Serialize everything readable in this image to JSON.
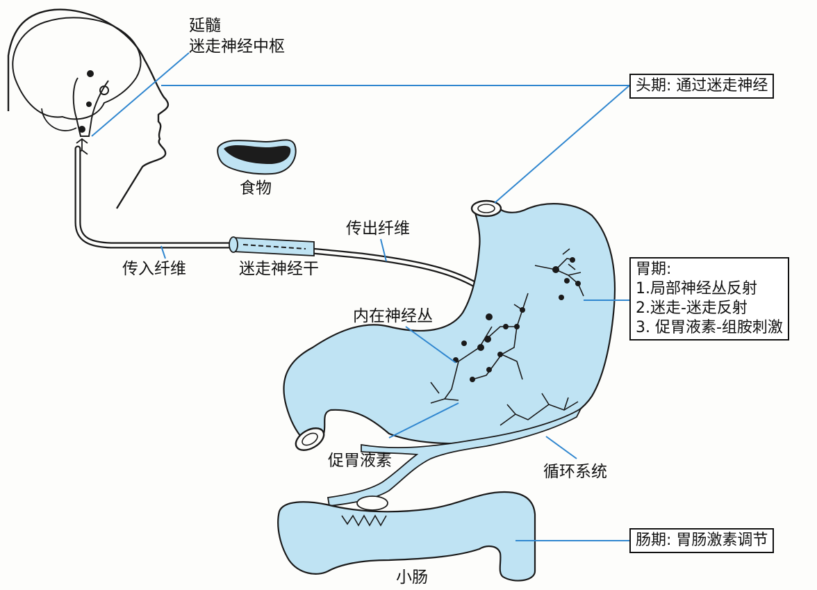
{
  "colors": {
    "organ_fill": "#bfe3f3",
    "organ_outline": "#1a1a1a",
    "leader_line": "#2f86cf",
    "food": "#1c1c1c"
  },
  "labels": {
    "medulla": "延髓",
    "vagal_center": "迷走神经中枢",
    "food": "食物",
    "efferent_fiber": "传出纤维",
    "afferent_fiber": "传入纤维",
    "vagus_trunk": "迷走神经干",
    "intrinsic_plexus": "内在神经丛",
    "gastrin": "促胃液素",
    "circulation": "循环系统",
    "small_intestine": "小肠"
  },
  "phases": {
    "cephalic": "头期: 通过迷走神经",
    "gastric": {
      "title": "胃期:",
      "items": [
        "1.局部神经丛反射",
        "2.迷走-迷走反射",
        "3. 促胃液素-组胺刺激"
      ]
    },
    "intestinal": "肠期: 胃肠激素调节"
  }
}
